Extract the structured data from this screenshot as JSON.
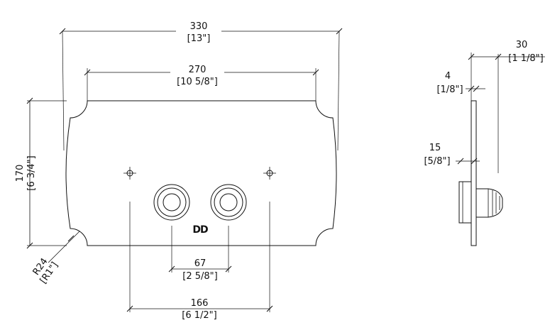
{
  "front_view": {
    "overall_width": {
      "value": "330",
      "imperial": "[13\"]"
    },
    "arc_width": {
      "value": "270",
      "imperial": "[10 5/8\"]"
    },
    "height": {
      "value": "170",
      "imperial": "[6 3/4\"]"
    },
    "corner_radius": {
      "value": "R24",
      "imperial": "[R1\"]"
    },
    "button_spacing": {
      "value": "67",
      "imperial": "[2 5/8\"]"
    },
    "screw_spacing": {
      "value": "166",
      "imperial": "[6 1/2\"]"
    },
    "logo": "DD"
  },
  "side_view": {
    "total_depth": {
      "value": "30",
      "imperial": "[1 1/8\"]"
    },
    "plate_thickness": {
      "value": "4",
      "imperial": "[1/8\"]"
    },
    "button_projection": {
      "value": "15",
      "imperial": "[5/8\"]"
    }
  },
  "colors": {
    "line": "#111111",
    "background": "#ffffff"
  }
}
